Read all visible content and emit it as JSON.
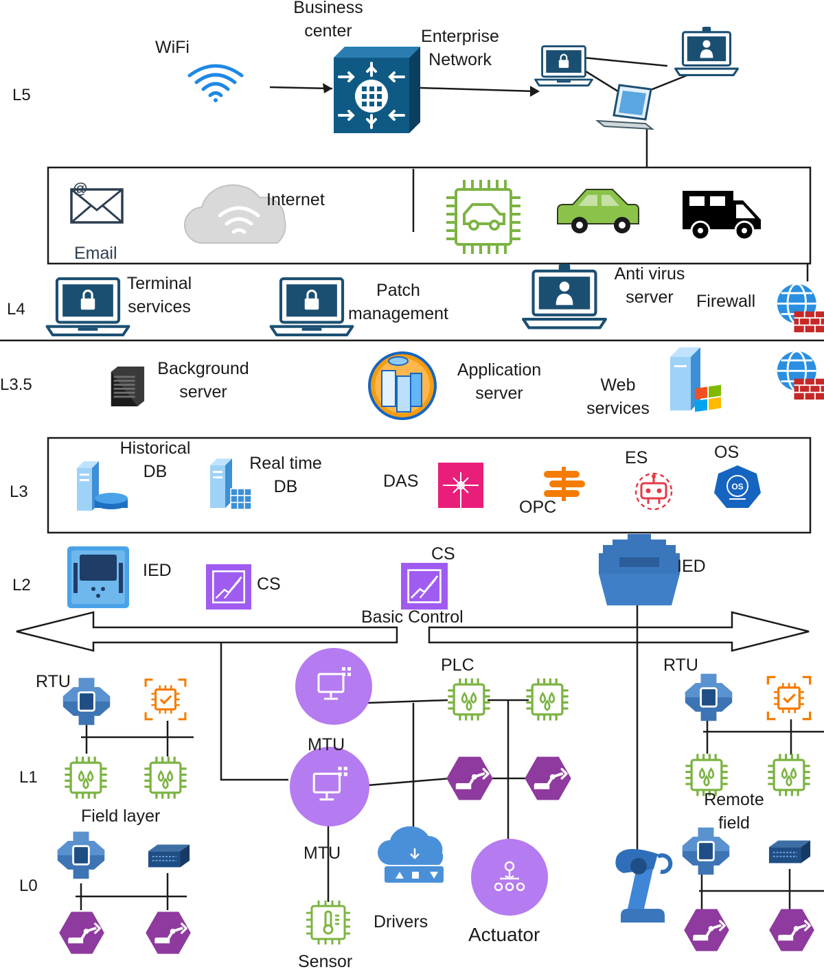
{
  "levels": {
    "l5": "L5",
    "l4": "L4",
    "l35": "L3.5",
    "l3": "L3",
    "l2": "L2",
    "l1": "L1",
    "l0": "L0"
  },
  "l5": {
    "wifi": "WiFi",
    "business_center": [
      "Business",
      "center"
    ],
    "enterprise_network": [
      "Enterprise",
      "Network"
    ]
  },
  "internet_box": {
    "email": "Email",
    "internet": "Internet"
  },
  "l4": {
    "terminal_services": [
      "Terminal",
      "services"
    ],
    "patch_management": [
      "Patch",
      "management"
    ],
    "anti_virus_server": [
      "Anti virus",
      "server"
    ],
    "firewall": "Firewall"
  },
  "l35": {
    "background_server": [
      "Background",
      "server"
    ],
    "application_server": [
      "Application",
      "server"
    ],
    "web_services": [
      "Web",
      "services"
    ]
  },
  "l3": {
    "historical_db": [
      "Historical",
      "DB"
    ],
    "real_time_db": [
      "Real time",
      "DB"
    ],
    "das": "DAS",
    "opc": "OPC",
    "es": "ES",
    "os": "OS"
  },
  "l2": {
    "ied_left": "IED",
    "cs_left": "CS",
    "cs_center": "CS",
    "basic_control": "Basic Control",
    "ied_right": "IED"
  },
  "field": {
    "rtu_left": "RTU",
    "field_layer": "Field layer",
    "plc": "PLC",
    "mtu_top": "MTU",
    "mtu_bottom": "MTU",
    "drivers": "Drivers",
    "actuator": "Actuator",
    "sensor": "Sensor",
    "rtu_right": "RTU",
    "remote_field": [
      "Remote",
      "field"
    ]
  },
  "icons": {
    "os_badge": "OS"
  },
  "colors": {
    "wifi_blue": "#1e88e5",
    "switch_navy": "#0f5a85",
    "laptop_navy": "#1b4f72",
    "chip_green": "#7cb342",
    "car_green": "#8bc34a",
    "purple": "#a05cf0",
    "mtu_purple": "#b57bf0",
    "robot_purple": "#8e3a9e",
    "das_pink": "#e91e7a",
    "opc_orange": "#f57c00",
    "es_red": "#e53945",
    "os_blue": "#1565c0",
    "rtu_blue": "#3d74b4",
    "ied_blue": "#4aa3e8",
    "firewall_red": "#c62828"
  }
}
